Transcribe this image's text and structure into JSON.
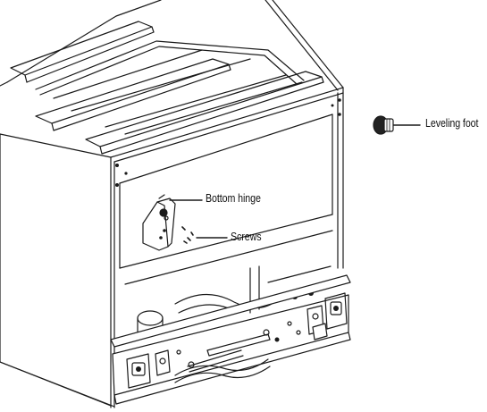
{
  "labels": {
    "leveling_foot": "Leveling foot",
    "bottom_hinge": "Bottom hinge",
    "screws": "Screws"
  },
  "colors": {
    "stroke": "#1a1a1a",
    "background": "#ffffff",
    "foot_fill": "#222222"
  }
}
